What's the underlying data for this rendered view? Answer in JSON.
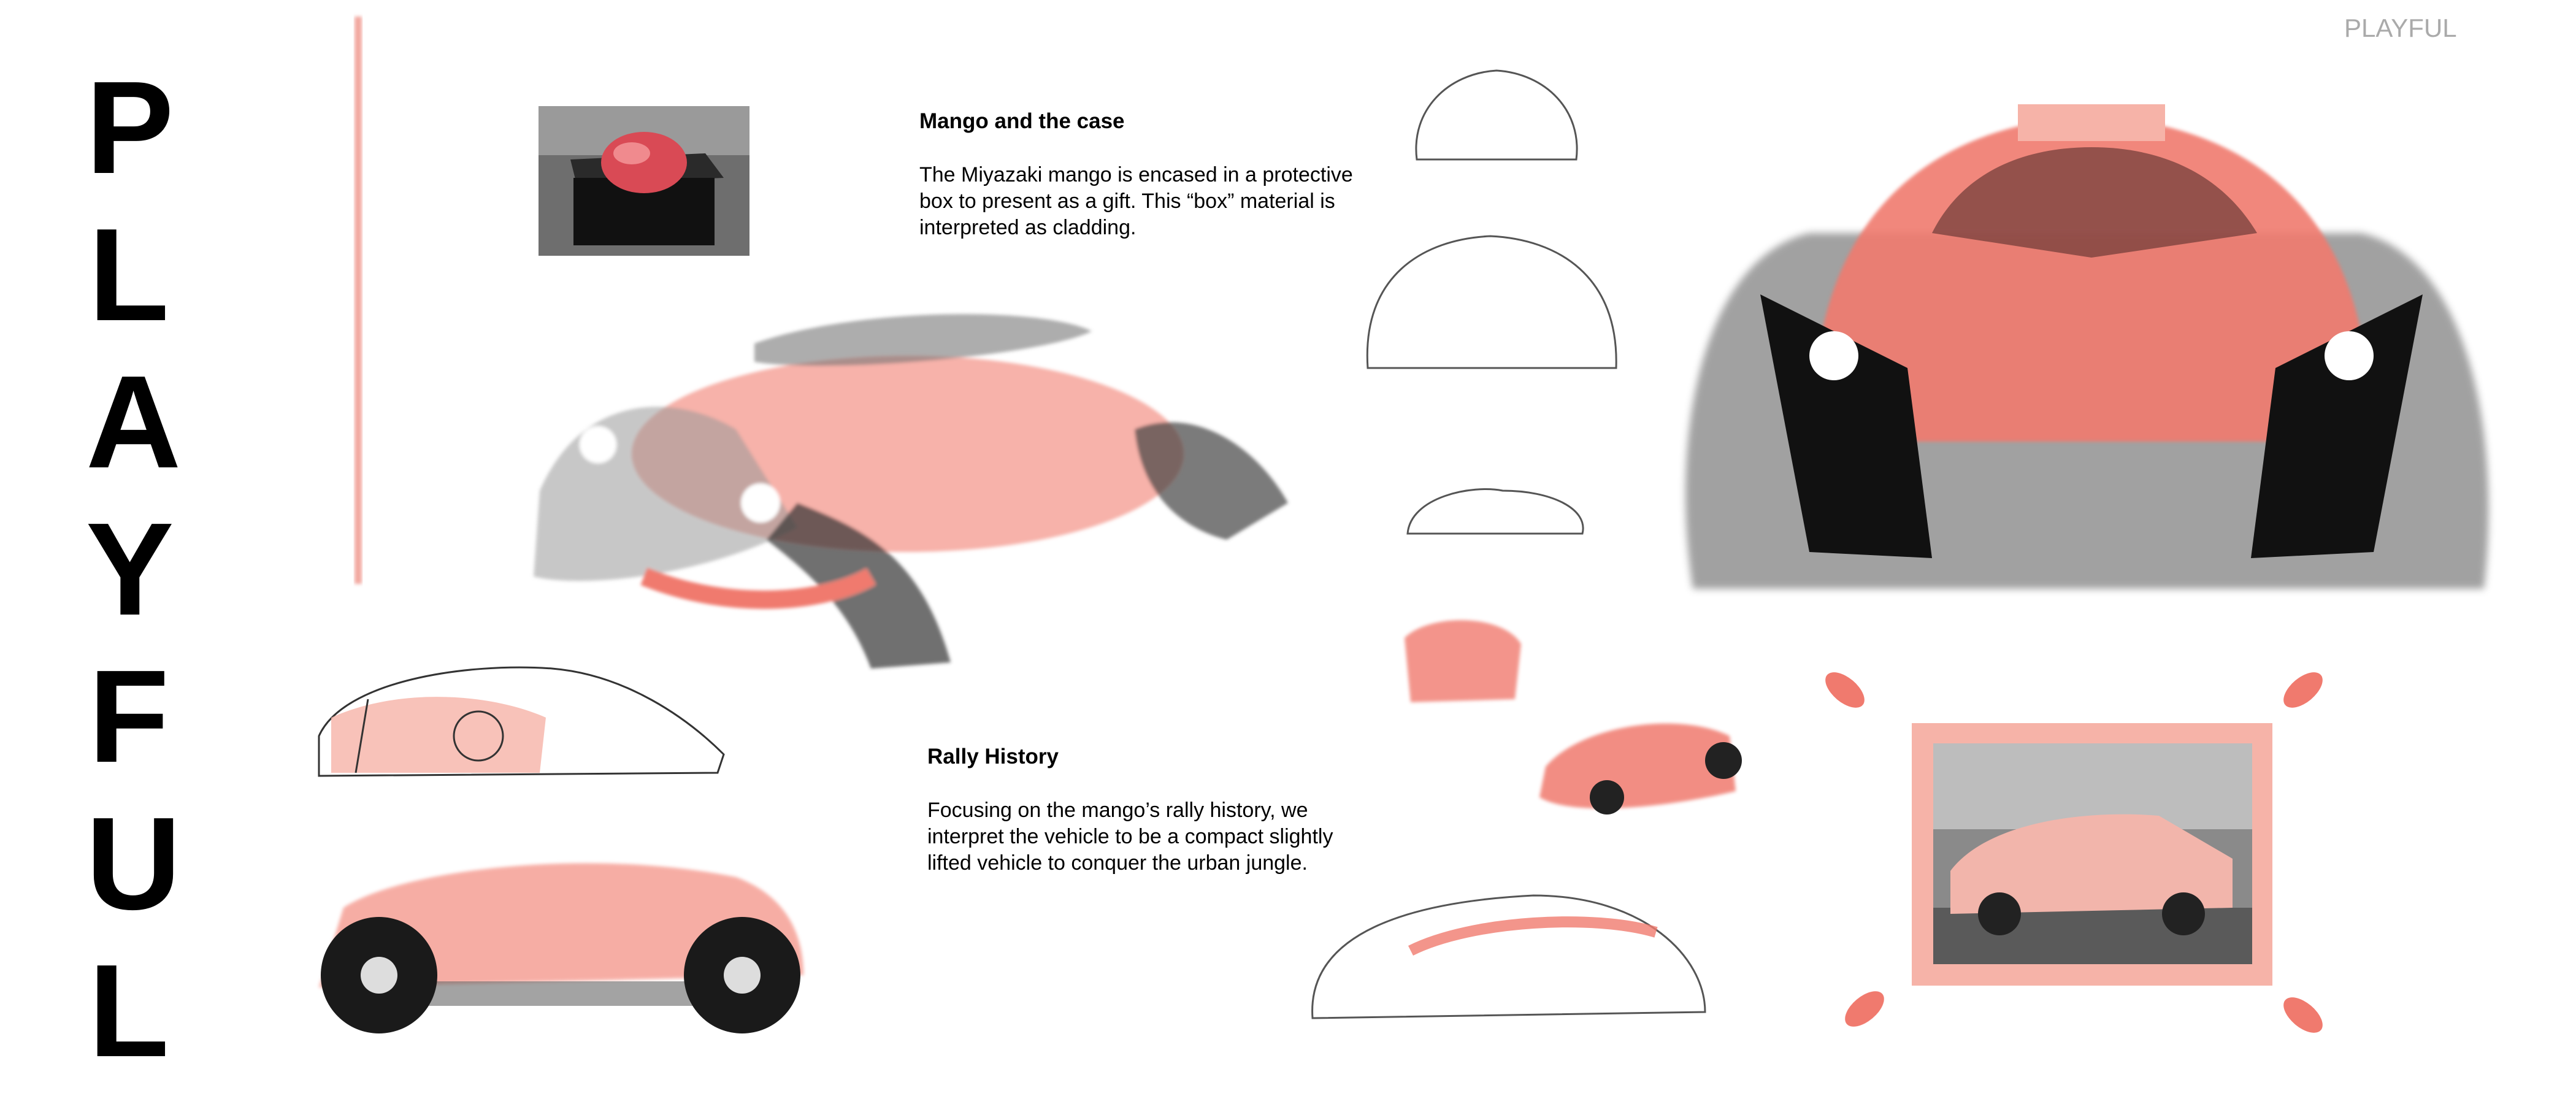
{
  "vertical_title": [
    "P",
    "L",
    "A",
    "Y",
    "F",
    "U",
    "L"
  ],
  "corner_label": "PLAYFUL",
  "sections": [
    {
      "title": "Mango and the case",
      "body": "The Miyazaki mango is encased in a protective box to present as a gift. This “box” material is interpreted as cladding."
    },
    {
      "title": "Rally History",
      "body": "Focusing on the mango’s rally history, we interpret the vehicle to be a compact slightly lifted vehicle to conquer the urban jungle."
    }
  ],
  "colors": {
    "accent": "#f07a6e",
    "accent_light": "#f6b3a8",
    "ink": "#222222"
  }
}
